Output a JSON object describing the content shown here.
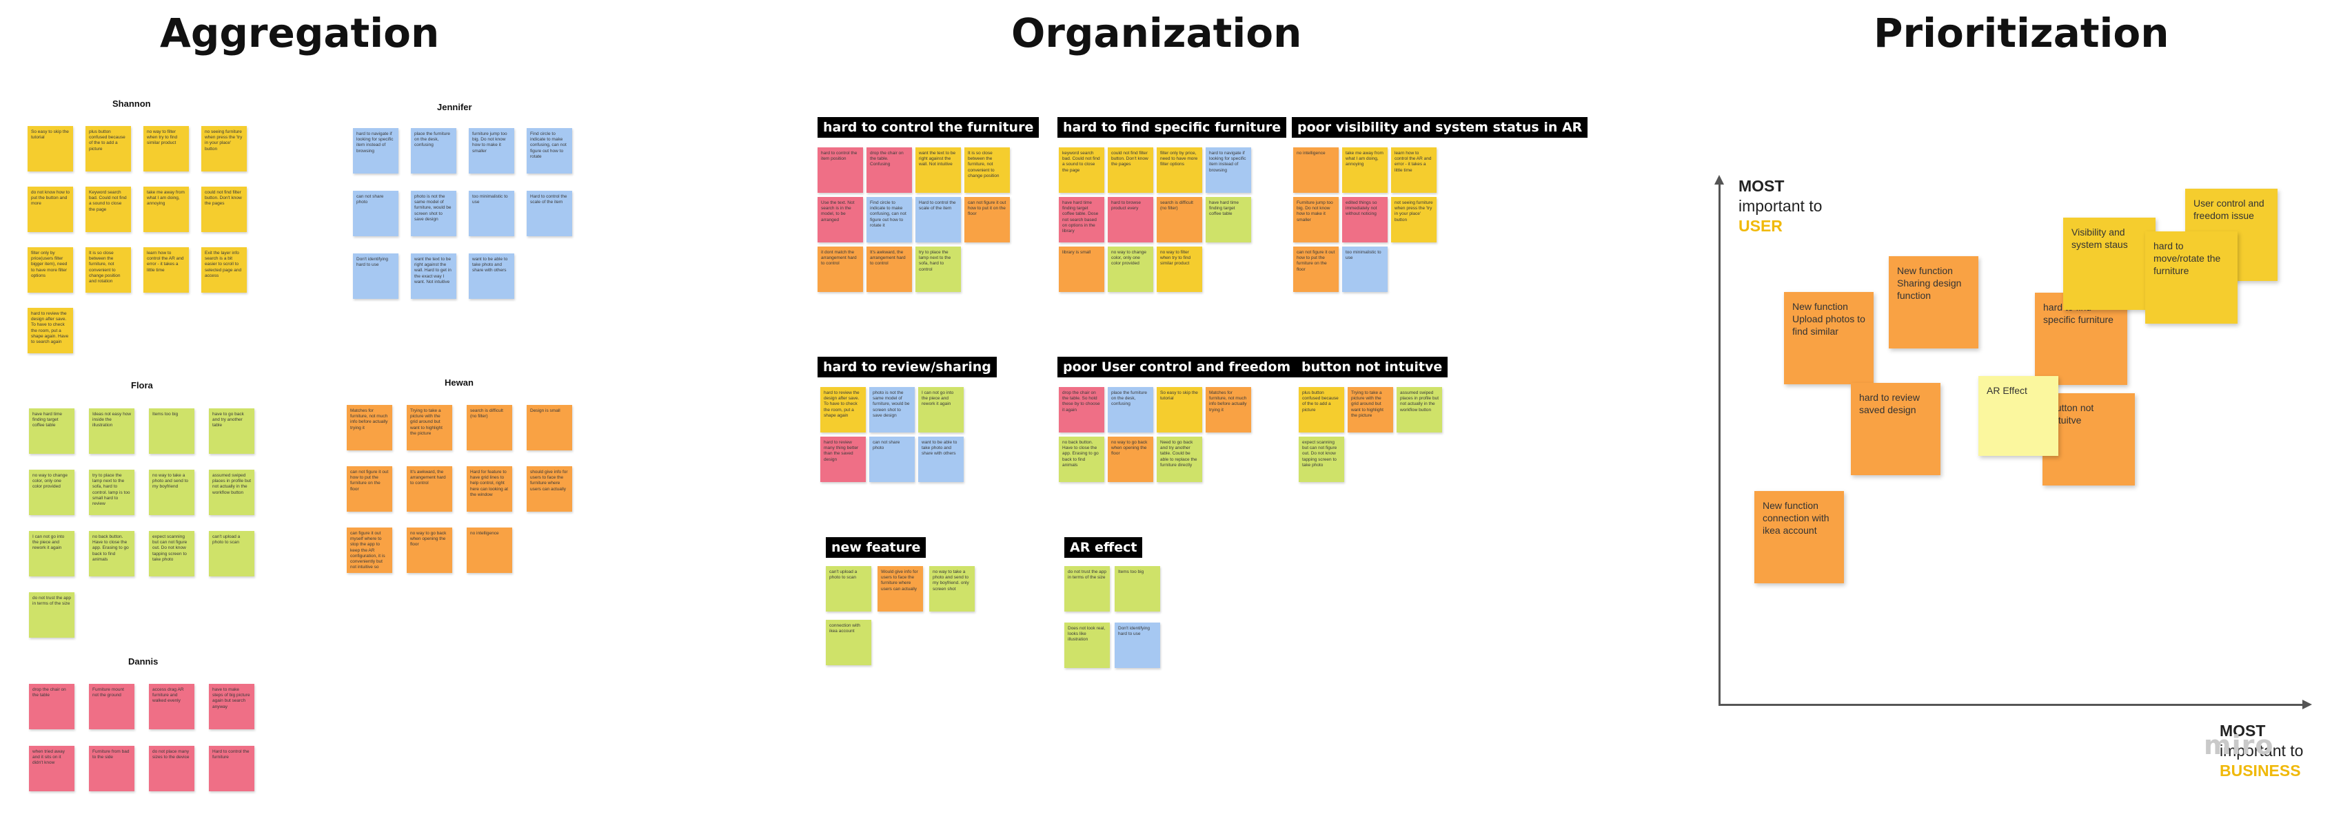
{
  "titles": [
    "Aggregation",
    "Organization",
    "Prioritization"
  ],
  "groups": [
    {
      "name": "Shannon",
      "notes": [
        {
          "text": "So easy to skip the tutorial",
          "color": "yellow"
        },
        {
          "text": "plus button confused because of the to add a picture",
          "color": "yellow"
        },
        {
          "text": "no way to filter when try to find similar product",
          "color": "yellow"
        },
        {
          "text": "no seeing furniture when press the 'try in your place' button",
          "color": "yellow"
        },
        {
          "text": "do not know how to put the button and more",
          "color": "yellow"
        },
        {
          "text": "Keyword search bad. Could not find a sound to close the page",
          "color": "yellow"
        },
        {
          "text": "take me away from what I am doing, annoying",
          "color": "yellow"
        },
        {
          "text": "could not find filter button. Don't know the pages",
          "color": "yellow"
        },
        {
          "text": "filter only by price(users filter bigger item), need to have more filter options",
          "color": "yellow"
        },
        {
          "text": "It is so close between the furniture, not convenient to change position and rotation",
          "color": "yellow"
        },
        {
          "text": "learn how to control the AR and error - it takes a little time",
          "color": "yellow"
        },
        {
          "text": "Exit the layer info search is a bit easier to scroll to selected page and access",
          "color": "yellow"
        },
        {
          "text": "hard to review the design after save. To have to check the room, put a shape again. Have to search again",
          "color": "yellow"
        }
      ]
    },
    {
      "name": "Jennifer",
      "notes": [
        {
          "text": "hard to navigate if looking for specific item instead of browsing",
          "color": "blue"
        },
        {
          "text": "place the furniture on the desk, confusing",
          "color": "blue"
        },
        {
          "text": "furniture jump too big. Do not know how to make it smaller",
          "color": "blue"
        },
        {
          "text": "Find circle to indicate to make confusing, can not figure out how to rotate",
          "color": "blue"
        },
        {
          "text": "can not share photo",
          "color": "blue"
        },
        {
          "text": "photo is not the same model of furniture, would be screen shot to save design",
          "color": "blue"
        },
        {
          "text": "too minimalistic to use",
          "color": "blue"
        },
        {
          "text": "Hard to control the scale of the item",
          "color": "blue"
        },
        {
          "text": "Don't identifying hard to use",
          "color": "blue"
        },
        {
          "text": "want the text to be right against the wall. Hard to get in the exact way I want. Not intuitive",
          "color": "blue"
        },
        {
          "text": "want to be able to take photo and share with others",
          "color": "blue"
        }
      ]
    },
    {
      "name": "Flora",
      "notes": [
        {
          "text": "have hard time finding target coffee table",
          "color": "green"
        },
        {
          "text": "Ideas not easy how inside the illustration",
          "color": "green"
        },
        {
          "text": "Items too big",
          "color": "green"
        },
        {
          "text": "have to go back and try another table",
          "color": "green"
        },
        {
          "text": "no way to change color, only one color provided",
          "color": "green"
        },
        {
          "text": "try to place the lamp next to the sofa, hard to control. lamp is too small hard to review",
          "color": "green"
        },
        {
          "text": "no way to take a photo and send to my boyfriend",
          "color": "green"
        },
        {
          "text": "assumed swiped places in profile but not actually in the workflow button",
          "color": "green"
        },
        {
          "text": "I can not go into the piece and rework it again",
          "color": "green"
        },
        {
          "text": "no back button. Have to close the app. Erasing to go back to find animals",
          "color": "green"
        },
        {
          "text": "expect scanning but can not figure out. Do not know tapping screen to take photo",
          "color": "green"
        },
        {
          "text": "can't upload a photo to scan",
          "color": "green"
        },
        {
          "text": "do not trust the app in terms of the size",
          "color": "green"
        }
      ]
    },
    {
      "name": "Hewan",
      "notes": [
        {
          "text": "Matches for furniture, not much info before actually trying it",
          "color": "orange"
        },
        {
          "text": "Trying to take a picture with the grid around but want to highlight the picture",
          "color": "orange"
        },
        {
          "text": "search is difficult (no filter)",
          "color": "orange"
        },
        {
          "text": "Design is small",
          "color": "orange"
        },
        {
          "text": "can not figure it out how to put the furniture on the floor",
          "color": "orange"
        },
        {
          "text": "It's awkward, the arrangement hard to control",
          "color": "orange"
        },
        {
          "text": "Hard for feature to have grid lines to help control, right here can looking at the window",
          "color": "orange"
        },
        {
          "text": "should give info for users to face the furniture where users can actually",
          "color": "orange"
        },
        {
          "text": "can figure it out myself where to stop the app to keep the AR configuration, it is conveniently but not intuitive so",
          "color": "orange"
        },
        {
          "text": "no way to go back when opening the floor",
          "color": "orange"
        },
        {
          "text": "no intelligence",
          "color": "orange"
        }
      ]
    },
    {
      "name": "Dannis",
      "notes": [
        {
          "text": "drop the chair on the table",
          "color": "pink"
        },
        {
          "text": "Furniture mount not the ground",
          "color": "pink"
        },
        {
          "text": "access drag AR furniture and walked evenly",
          "color": "pink"
        },
        {
          "text": "have to make steps of big picture again but search anyway",
          "color": "pink"
        },
        {
          "text": "when tried away and it sits on it didn't know",
          "color": "pink"
        },
        {
          "text": "Furniture from bad to the side",
          "color": "pink"
        },
        {
          "text": "do not place many sizes to the device",
          "color": "pink"
        },
        {
          "text": "Hard to control the furniture",
          "color": "pink"
        }
      ]
    }
  ],
  "categories": [
    {
      "label": "hard to control the furniture",
      "notes": [
        {
          "text": "hard to control the item position",
          "color": "pink"
        },
        {
          "text": "drop the chair on the table. Confusing",
          "color": "pink"
        },
        {
          "text": "want the text to be right against the wall. Not intuitive",
          "color": "yellow"
        },
        {
          "text": "It is so close between the furniture, not convenient to change position",
          "color": "yellow"
        },
        {
          "text": "Use the text. Not search is in the model, to be arranged",
          "color": "pink"
        },
        {
          "text": "Find circle to indicate to make confusing, can not figure out how to rotate it",
          "color": "blue"
        },
        {
          "text": "Hard to control the scale of the item",
          "color": "blue"
        },
        {
          "text": "can not figure it out how to put it on the floor",
          "color": "orange"
        },
        {
          "text": "it dont match the arrangement hard to control",
          "color": "orange"
        },
        {
          "text": "It's awkward, the arrangement hard to control",
          "color": "orange"
        },
        {
          "text": "try to place the lamp next to the sofa, hard to control",
          "color": "green"
        }
      ]
    },
    {
      "label": "hard to find specific furniture",
      "notes": [
        {
          "text": "keyword search bad. Could not find a sound to close the page",
          "color": "yellow"
        },
        {
          "text": "could not find filter button. Don't know the pages",
          "color": "yellow"
        },
        {
          "text": "filter only by price, need to have more filter options",
          "color": "yellow"
        },
        {
          "text": "hard to navigate if looking for specific item instead of browsing",
          "color": "blue"
        },
        {
          "text": "have hard time finding target coffee table. Dose not search based on options in the library",
          "color": "pink"
        },
        {
          "text": "hard to browse product every",
          "color": "pink"
        },
        {
          "text": "search is difficult (no filter)",
          "color": "orange"
        },
        {
          "text": "have hard time finding target coffee table",
          "color": "green"
        },
        {
          "text": "library is small",
          "color": "orange"
        },
        {
          "text": "no way to change color, only one color provided",
          "color": "green"
        },
        {
          "text": "no way to filter when try to find similar product",
          "color": "yellow"
        }
      ]
    },
    {
      "label": "poor visibility and system status in AR",
      "notes": [
        {
          "text": "no intelligence",
          "color": "orange"
        },
        {
          "text": "take me away from what I am doing, annoying",
          "color": "yellow"
        },
        {
          "text": "learn how to control the AR and error - it takes a little time",
          "color": "yellow"
        },
        {
          "text": "Furniture jump too big. Do not know how to make it smaller",
          "color": "orange"
        },
        {
          "text": "edited things so immediately not without noticing",
          "color": "pink"
        },
        {
          "text": "not seeing furniture when press the 'try in your place' button",
          "color": "yellow"
        },
        {
          "text": "can not figure it out how to put the furniture on the floor",
          "color": "orange"
        },
        {
          "text": "too minimalistic to use",
          "color": "blue"
        }
      ]
    },
    {
      "label": "hard to review/sharing",
      "notes": [
        {
          "text": "hard to review the design after save. To have to check the room, put a shape again",
          "color": "yellow"
        },
        {
          "text": "photo is not the same model of furniture, would be screen shot to save design",
          "color": "blue"
        },
        {
          "text": "I can not go into the piece and rework it again",
          "color": "green"
        },
        {
          "text": "hard to review many thing better than the saved design",
          "color": "pink"
        },
        {
          "text": "can not share photo",
          "color": "blue"
        },
        {
          "text": "want to be able to take photo and share with others",
          "color": "blue"
        }
      ]
    },
    {
      "label": "poor User control and freedom",
      "notes": [
        {
          "text": "drop the chair on the table. So hold these by to choose it again",
          "color": "pink"
        },
        {
          "text": "place the furniture on the desk, confusing",
          "color": "blue"
        },
        {
          "text": "So easy to skip the tutorial",
          "color": "yellow"
        },
        {
          "text": "Matches for furniture, not much info before actually trying it",
          "color": "orange"
        },
        {
          "text": "no back button. Have to close the app. Erasing to go back to find animals",
          "color": "green"
        },
        {
          "text": "no way to go back when opening the floor",
          "color": "orange"
        },
        {
          "text": "Need to go back and try another table. Could be able to replace the furniture directly",
          "color": "green"
        }
      ]
    },
    {
      "label": "button not intuitve",
      "notes": [
        {
          "text": "plus button confused because of the to add a picture",
          "color": "yellow"
        },
        {
          "text": "Trying to take a picture with the grid around but want to highlight the picture",
          "color": "orange"
        },
        {
          "text": "assumed swiped places in profile but not actually in the workflow button",
          "color": "green"
        },
        {
          "text": "expect scanning but can not figure out. Do not know tapping screen to take photo",
          "color": "green"
        }
      ]
    },
    {
      "label": "new feature",
      "notes": [
        {
          "text": "can't upload a photo to scan",
          "color": "green"
        },
        {
          "text": "Would give info for users to face the furniture where users can actually",
          "color": "orange"
        },
        {
          "text": "no way to take a photo and send to my boyfriend. only screen shot",
          "color": "green"
        },
        {
          "text": "connection with ikea account",
          "color": "green"
        }
      ]
    },
    {
      "label": "AR effect",
      "notes": [
        {
          "text": "do not trust the app in terms of the size",
          "color": "green"
        },
        {
          "text": "Items too big",
          "color": "green"
        },
        {
          "text": "Does not look real, looks like illustration",
          "color": "green"
        },
        {
          "text": "Don't identifying hard to use",
          "color": "blue"
        }
      ]
    }
  ],
  "prioritization": {
    "y_axis": {
      "line1": "MOST",
      "line2": "important to",
      "line3": "USER"
    },
    "x_axis": {
      "line1": "MOST",
      "line2": "important to",
      "line3": "BUSINESS"
    },
    "notes": [
      {
        "text": "New function Upload photos to find similar",
        "color": "orange"
      },
      {
        "text": "New function Sharing design function",
        "color": "orange"
      },
      {
        "text": "hard to review saved design",
        "color": "orange"
      },
      {
        "text": "New function connection with ikea account",
        "color": "orange"
      },
      {
        "text": "hard to find specific furniture",
        "color": "orange"
      },
      {
        "text": "button not intuitve",
        "color": "orange"
      },
      {
        "text": "AR Effect",
        "color": "lightyellow"
      },
      {
        "text": "Visibility and system staus",
        "color": "yellow"
      },
      {
        "text": "User control and freedom issue",
        "color": "yellow"
      },
      {
        "text": "hard to move/rotate the furniture",
        "color": "yellow"
      }
    ]
  },
  "logo": "miro"
}
